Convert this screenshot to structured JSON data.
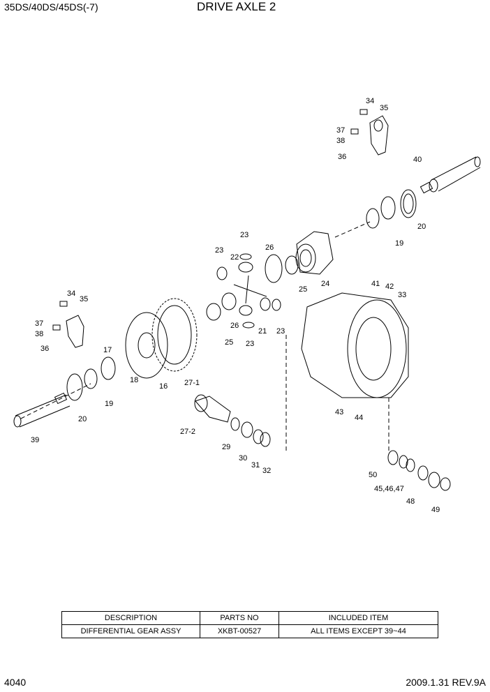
{
  "header": {
    "model": "35DS/40DS/45DS(-7)",
    "title": "DRIVE AXLE 2"
  },
  "callouts": [
    "34",
    "35",
    "37",
    "38",
    "36",
    "40",
    "20",
    "19",
    "23",
    "23",
    "22",
    "26",
    "25",
    "24",
    "41",
    "42",
    "33",
    "17",
    "16",
    "27-1",
    "18",
    "21",
    "26",
    "25",
    "23",
    "23",
    "34",
    "35",
    "37",
    "38",
    "36",
    "19",
    "20",
    "39",
    "27-2",
    "29",
    "30",
    "31",
    "32",
    "43",
    "44",
    "50",
    "45,46,47",
    "48",
    "49"
  ],
  "table": {
    "headers": [
      "DESCRIPTION",
      "PARTS NO",
      "INCLUDED ITEM"
    ],
    "rows": [
      [
        "DIFFERENTIAL GEAR ASSY",
        "XKBT-00527",
        "ALL ITEMS EXCEPT 39~44"
      ]
    ]
  },
  "footer": {
    "page": "4040",
    "revision": "2009.1.31  REV.9A"
  }
}
